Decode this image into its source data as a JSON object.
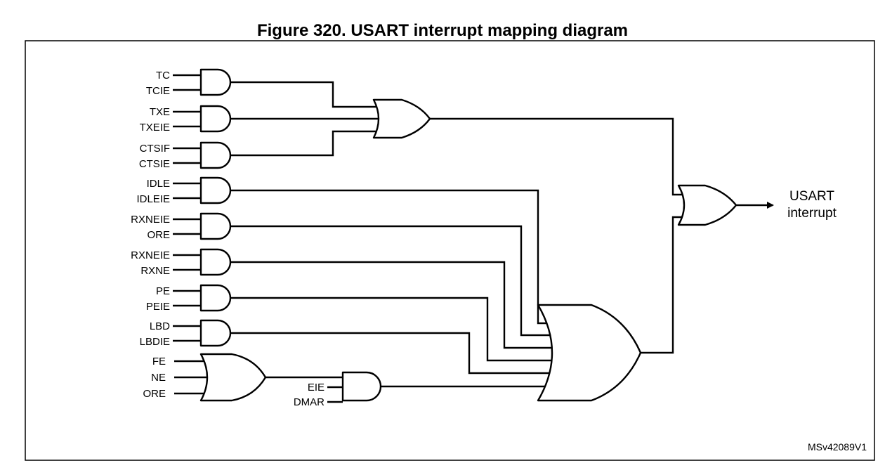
{
  "title": "Figure 320. USART interrupt mapping diagram",
  "and_gates": [
    {
      "in1": "TC",
      "in2": "TCIE"
    },
    {
      "in1": "TXE",
      "in2": "TXEIE"
    },
    {
      "in1": "CTSIF",
      "in2": "CTSIE"
    },
    {
      "in1": "IDLE",
      "in2": "IDLEIE"
    },
    {
      "in1": "RXNEIE",
      "in2": "ORE"
    },
    {
      "in1": "RXNEIE",
      "in2": "RXNE"
    },
    {
      "in1": "PE",
      "in2": "PEIE"
    },
    {
      "in1": "LBD",
      "in2": "LBDIE"
    }
  ],
  "error_or_inputs": [
    "FE",
    "NE",
    "ORE"
  ],
  "eie_and_inputs": [
    "EIE",
    "DMAR"
  ],
  "output": {
    "line1": "USART",
    "line2": "interrupt"
  },
  "reference": "MSv42089V1"
}
